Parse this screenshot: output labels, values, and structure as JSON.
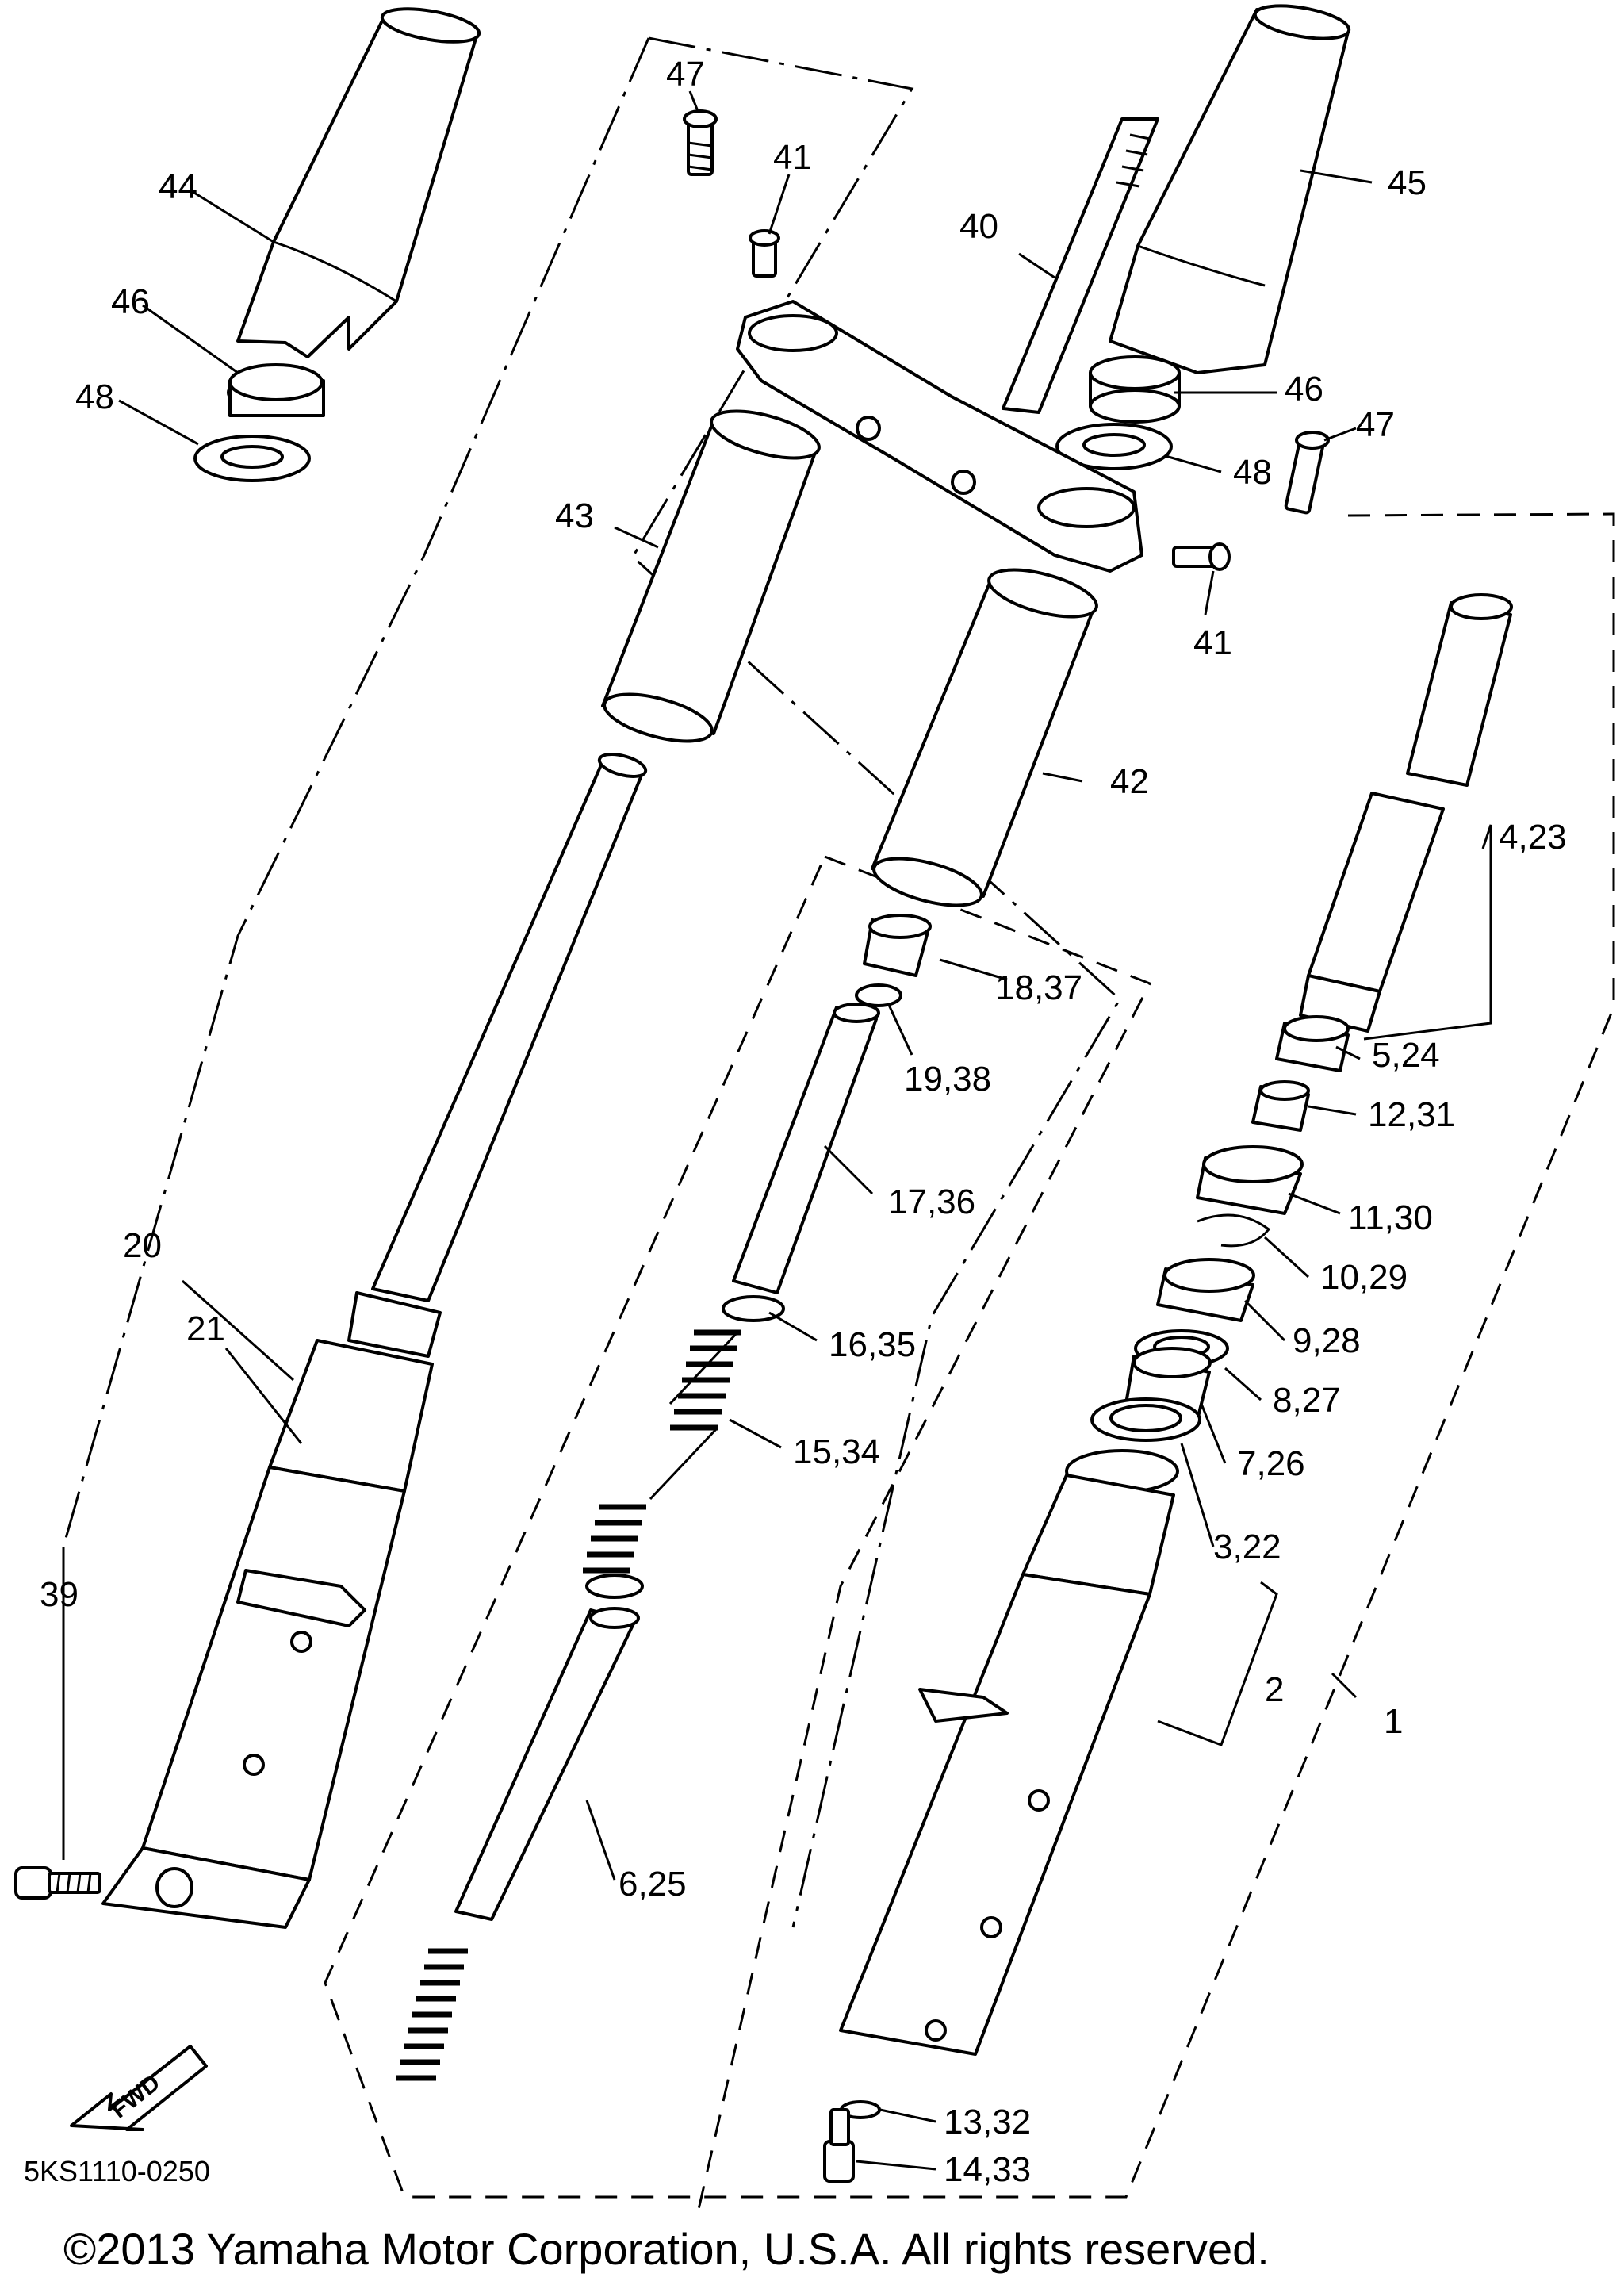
{
  "diagram": {
    "drawing_code": "5KS1110-0250",
    "copyright": "©2013 Yamaha Motor Corporation, U.S.A. All rights reserved.",
    "fwd_label": "FWD",
    "callouts": {
      "c1": "1",
      "c2": "2",
      "c3": "3,22",
      "c4": "4,23",
      "c5": "5,24",
      "c6": "6,25",
      "c7": "7,26",
      "c8": "8,27",
      "c9": "9,28",
      "c10": "10,29",
      "c11": "11,30",
      "c12": "12,31",
      "c13": "13,32",
      "c14": "14,33",
      "c15": "15,34",
      "c16": "16,35",
      "c17": "17,36",
      "c18": "18,37",
      "c19": "19,38",
      "c20": "20",
      "c21": "21",
      "c39": "39",
      "c40": "40",
      "c41a": "41",
      "c41b": "41",
      "c42": "42",
      "c43": "43",
      "c44": "44",
      "c45": "45",
      "c46a": "46",
      "c46b": "46",
      "c47a": "47",
      "c47b": "47",
      "c48a": "48",
      "c48b": "48"
    }
  }
}
